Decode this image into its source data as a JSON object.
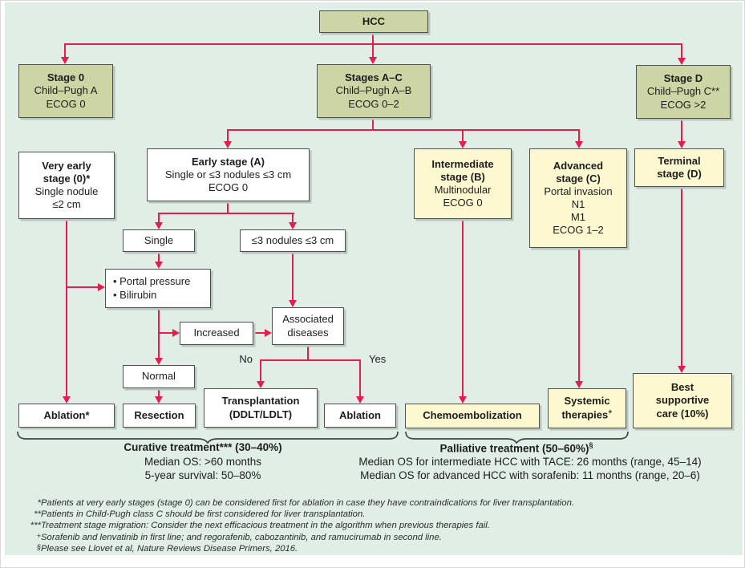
{
  "boxes": {
    "hcc": {
      "title": "HCC"
    },
    "stage0": {
      "title": "Stage 0",
      "l1": "Child–Pugh A",
      "l2": "ECOG 0"
    },
    "stagesac": {
      "title": "Stages A–C",
      "l1": "Child–Pugh A–B",
      "l2": "ECOG 0–2"
    },
    "staged": {
      "title": "Stage D",
      "l1": "Child–Pugh C**",
      "l2": "ECOG >2"
    },
    "veryearly": {
      "t1": "Very early",
      "t2": "stage (0)*",
      "l1": "Single nodule",
      "l2": "≤2 cm"
    },
    "early": {
      "title": "Early stage (A)",
      "l1": "Single or ≤3 nodules ≤3 cm",
      "l2": "ECOG 0"
    },
    "single": {
      "title": "Single"
    },
    "nodules": {
      "title": "≤3 nodules ≤3 cm"
    },
    "portal": {
      "l1": "• Portal pressure",
      "l2": "• Bilirubin"
    },
    "increased": {
      "title": "Increased"
    },
    "associated": {
      "l1": "Associated",
      "l2": "diseases"
    },
    "normal": {
      "title": "Normal"
    },
    "intermediate": {
      "t1": "Intermediate",
      "t2": "stage (B)",
      "l1": "Multinodular",
      "l2": "ECOG 0"
    },
    "advanced": {
      "t1": "Advanced",
      "t2": "stage (C)",
      "l1": "Portal invasion",
      "l2": "N1",
      "l3": "M1",
      "l4": "ECOG 1–2"
    },
    "terminal": {
      "t1": "Terminal",
      "t2": "stage (D)"
    },
    "ablation1": {
      "title": "Ablation*"
    },
    "resection": {
      "title": "Resection"
    },
    "transplant": {
      "t1": "Transplantation",
      "t2": "(DDLT/LDLT)"
    },
    "ablation2": {
      "title": "Ablation"
    },
    "chemo": {
      "title": "Chemoembolization"
    },
    "systemic": {
      "t1": "Systemic",
      "t2": "therapies",
      "sup": "+"
    },
    "bsc": {
      "t1": "Best",
      "t2": "supportive",
      "t3": "care (10%)"
    }
  },
  "edge_labels": {
    "no": "No",
    "yes": "Yes"
  },
  "summary": {
    "curative": {
      "title": "Curative treatment*** (30–40%)",
      "l1": "Median OS: >60 months",
      "l2": "5-year survival: 50–80%"
    },
    "palliative": {
      "title": "Palliative treatment (50–60%)",
      "sup": "§",
      "l1": "Median OS for intermediate HCC with TACE: 26 months (range, 45–14)",
      "l2": "Median OS for advanced HCC with sorafenib: 11 months (range, 20–6)"
    }
  },
  "footnotes": [
    {
      "marker": "*",
      "text": "Patients at very early stages (stage 0) can be considered first for ablation in case they have contraindications for liver transplantation."
    },
    {
      "marker": "**",
      "text": "Patients in Child-Pugh class C should be first considered for liver transplantation."
    },
    {
      "marker": "***",
      "text": "Treatment stage migration: Consider the next efficacious treatment in the algorithm when previous therapies fail."
    },
    {
      "marker": "+",
      "text": "Sorafenib and lenvatinib in first line; and regorafenib, cabozantinib, and ramucirumab in second line."
    },
    {
      "marker": "§",
      "text": "Please see Llovet et al, Nature Reviews Disease Primers, 2016."
    }
  ],
  "colors": {
    "panel_bg": "#e0eee6",
    "stage_box": "#ccd5a3",
    "palliative_box": "#fdf8cf",
    "arrow": "#e31e4e",
    "box_border": "#4e5152"
  }
}
